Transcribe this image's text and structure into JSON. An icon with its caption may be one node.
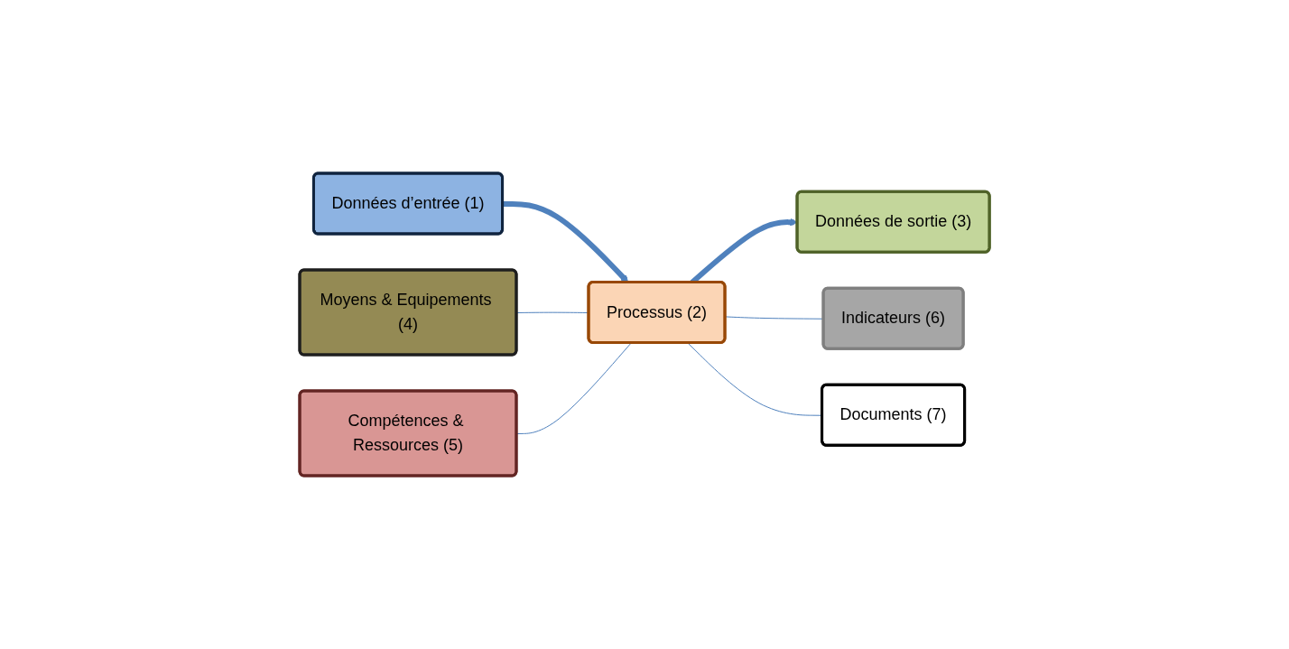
{
  "diagram": {
    "nodes": [
      {
        "text": [
          "Moyens & Equipements (4)"
        ]
      },
      {
        "text": [
          "Compétences & Ressources (5)"
        ]
      },
      {
        "text": [
          "Données d’entrée (1)"
        ]
      },
      {
        "text": [
          "Processus (2)"
        ]
      },
      {
        "text": [
          "Données de sortie (3)"
        ]
      },
      {
        "text": [
          "Indicateurs (6)"
        ]
      },
      {
        "text": [
          "Documents (7)"
        ]
      }
    ],
    "edges": [
      {
        "from": 2,
        "to": 3,
        "arrow": "to",
        "style": "thick"
      },
      {
        "from": 3,
        "to": 4,
        "arrow": "to",
        "style": "thick"
      },
      {
        "from": 0,
        "to": 3,
        "arrow": "none"
      },
      {
        "from": 1,
        "to": 3,
        "arrow": "none"
      },
      {
        "from": 3,
        "to": 5,
        "arrow": "none"
      },
      {
        "from": 3,
        "to": 6,
        "arrow": "none"
      }
    ]
  }
}
